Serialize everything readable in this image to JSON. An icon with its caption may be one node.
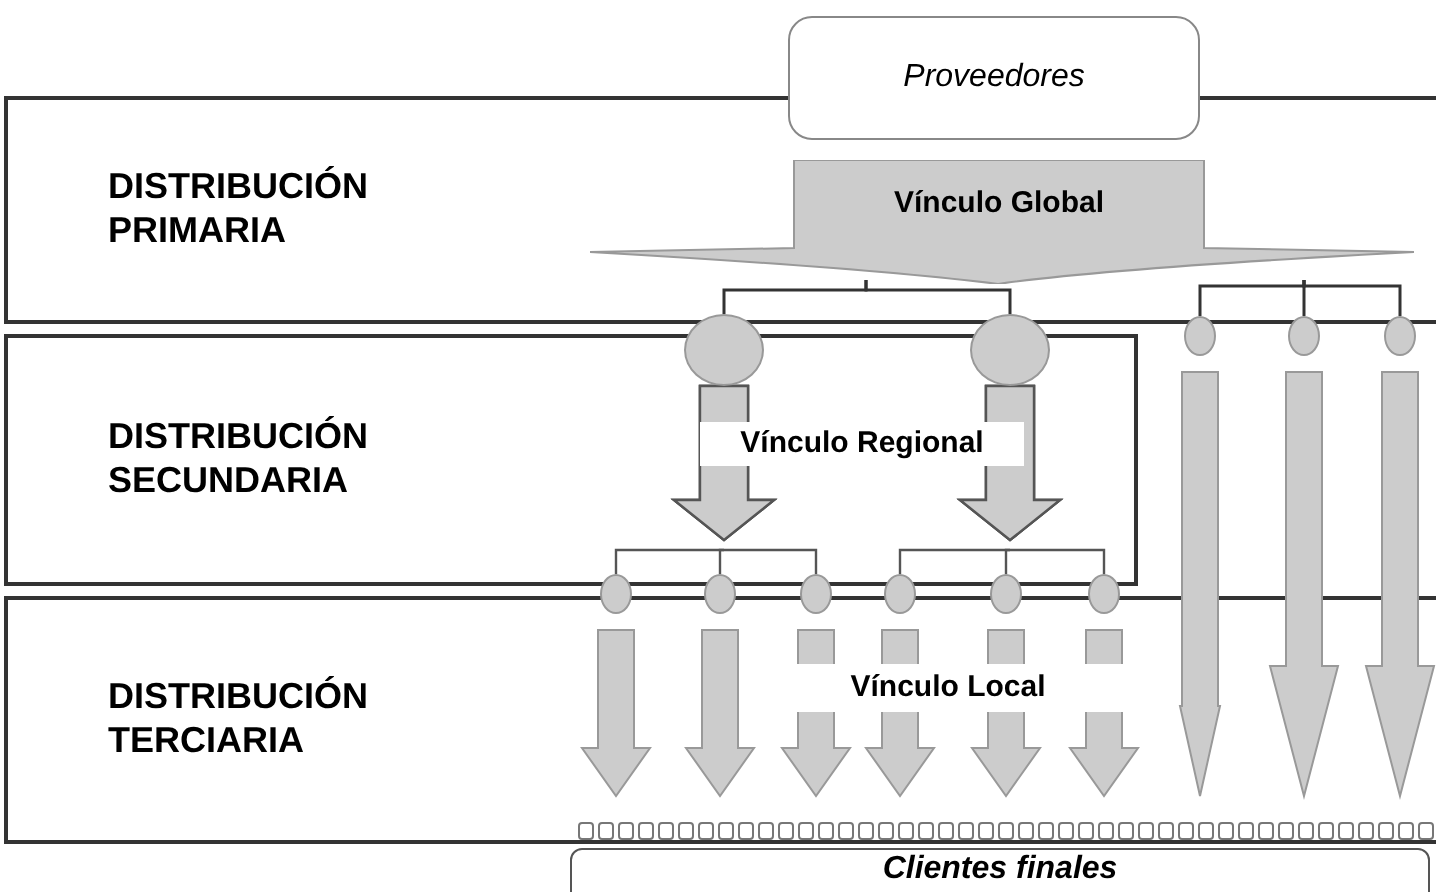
{
  "diagram": {
    "nodes": [
      {
        "text": [
          "Proveedores"
        ]
      },
      {
        "text": [
          "DISTRIBUCIÓN PRIMARIA"
        ]
      },
      {
        "text": [
          "Vínculo Global"
        ],
        "in": 1
      },
      {
        "text": [
          "DISTRIBUCIÓN SECUNDARIA"
        ]
      },
      {
        "text": [
          "DISTRIBUCIÓN TERCIARIA"
        ]
      },
      {
        "text": [],
        "shape": "circle"
      },
      {
        "text": [],
        "shape": "circle"
      },
      {
        "text": [],
        "shape": "circle"
      },
      {
        "text": [],
        "shape": "circle"
      },
      {
        "text": [],
        "shape": "circle"
      },
      {
        "text": [],
        "shape": "circle"
      },
      {
        "text": [],
        "shape": "circle"
      },
      {
        "text": [],
        "shape": "circle"
      },
      {
        "text": [],
        "shape": "circle"
      },
      {
        "text": [],
        "shape": "circle"
      },
      {
        "text": [],
        "shape": "circle"
      },
      {
        "text": [
          "Clientes finales"
        ]
      }
    ],
    "edges": [
      {
        "from": 2,
        "to": 5,
        "arrow": "none"
      },
      {
        "from": 2,
        "to": 6,
        "arrow": "none"
      },
      {
        "from": 2,
        "to": 7,
        "arrow": "none"
      },
      {
        "from": 2,
        "to": 8,
        "arrow": "none"
      },
      {
        "from": 2,
        "to": 9,
        "arrow": "none"
      },
      {
        "from": 5,
        "to": 10,
        "arrow": "to",
        "style": "thick"
      },
      {
        "from": 5,
        "to": 11,
        "arrow": "to",
        "style": "thick"
      },
      {
        "from": 5,
        "to": 12,
        "arrow": "to",
        "style": "thick"
      },
      {
        "from": 6,
        "to": 13,
        "arrow": "to",
        "style": "thick"
      },
      {
        "from": 6,
        "to": 14,
        "arrow": "to",
        "style": "thick"
      },
      {
        "from": 6,
        "to": 15,
        "arrow": "to",
        "style": "thick"
      },
      {
        "from": 7,
        "to": 16,
        "arrow": "to",
        "style": "thick"
      },
      {
        "from": 8,
        "to": 16,
        "arrow": "to",
        "style": "thick"
      },
      {
        "from": 9,
        "to": 16,
        "arrow": "to",
        "style": "thick"
      },
      {
        "from": 10,
        "to": 16,
        "arrow": "to",
        "style": "thick"
      },
      {
        "from": 11,
        "to": 16,
        "arrow": "to",
        "style": "thick"
      },
      {
        "from": 12,
        "to": 16,
        "arrow": "to",
        "style": "thick"
      },
      {
        "from": 13,
        "to": 16,
        "arrow": "to",
        "style": "thick"
      },
      {
        "from": 14,
        "to": 16,
        "arrow": "to",
        "style": "thick"
      },
      {
        "from": 15,
        "to": 16,
        "arrow": "to",
        "style": "thick"
      }
    ],
    "labels": [
      "Vínculo Regional",
      "Vínculo Local"
    ]
  }
}
